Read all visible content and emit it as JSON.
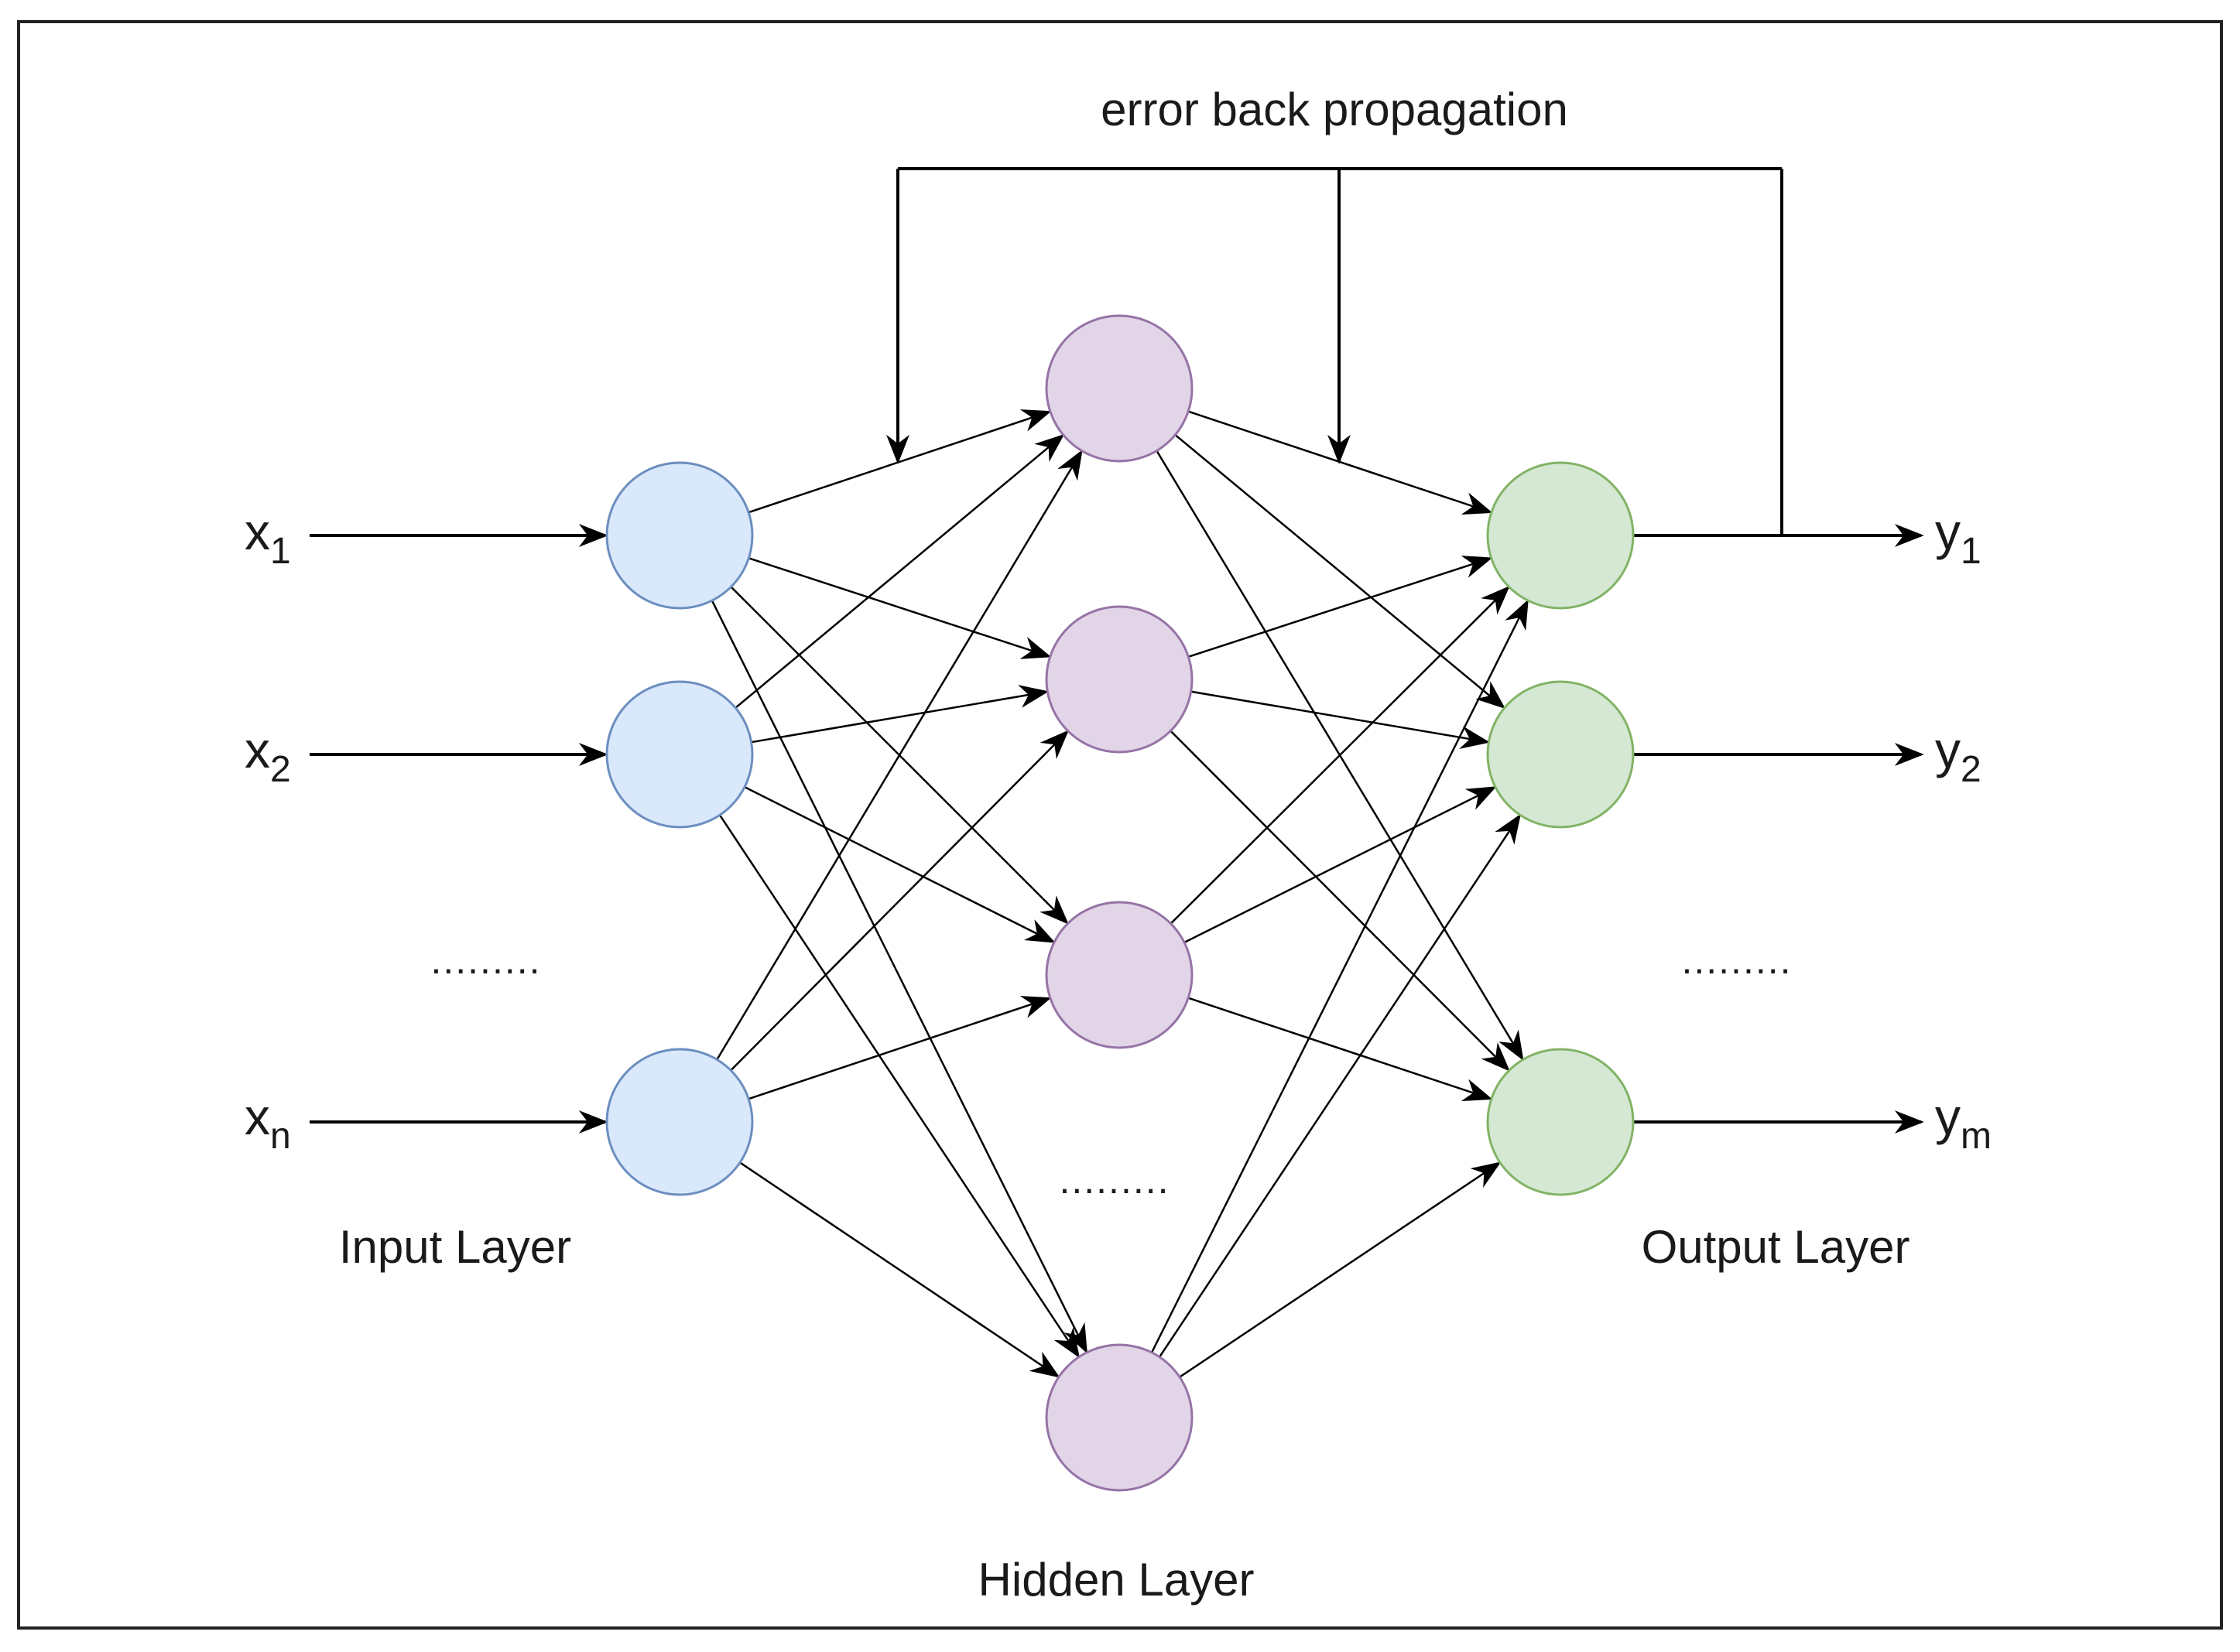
{
  "title": "error back propagation",
  "layers": {
    "input": {
      "label": "Input Layer",
      "color": "#dae8fc",
      "stroke": "#6c8ebf"
    },
    "hidden": {
      "label": "Hidden Layer",
      "color": "#e1d5e7",
      "stroke": "#9673a6"
    },
    "output": {
      "label": "Output Layer",
      "color": "#d5e8d4",
      "stroke": "#82b366"
    }
  },
  "inputs": [
    {
      "base": "x",
      "sub": "1"
    },
    {
      "base": "x",
      "sub": "2"
    },
    {
      "base": "x",
      "sub": "n"
    }
  ],
  "outputs": [
    {
      "base": "y",
      "sub": "1"
    },
    {
      "base": "y",
      "sub": "2"
    },
    {
      "base": "y",
      "sub": "m"
    }
  ],
  "ellipsis": ".........",
  "colors": {
    "line": "#000000",
    "frame": "#222222",
    "background": "#ffffff"
  }
}
